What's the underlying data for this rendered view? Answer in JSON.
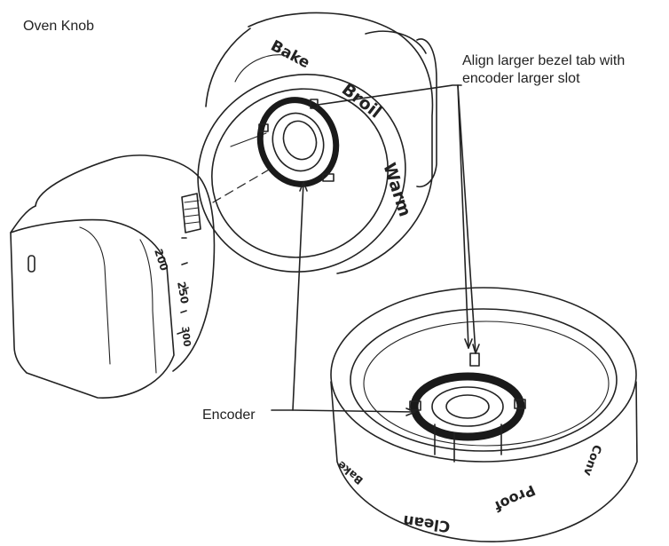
{
  "title": "Oven Knob",
  "callouts": {
    "align_line1": "Align larger bezel tab with",
    "align_line2": "encoder larger slot",
    "encoder": "Encoder"
  },
  "bezel_top_labels": {
    "bake": "Bake",
    "broil": "Broil",
    "warm": "Warm"
  },
  "knob_scale": {
    "t200": "200",
    "t250": "250",
    "t300": "300"
  },
  "bezel_bottom_labels": {
    "clean": "Clean",
    "proof": "Proof",
    "conv": "Conv",
    "left": "Bake"
  },
  "colors": {
    "line": "#222222",
    "encoder": "#1a1a1a",
    "background": "#ffffff"
  }
}
